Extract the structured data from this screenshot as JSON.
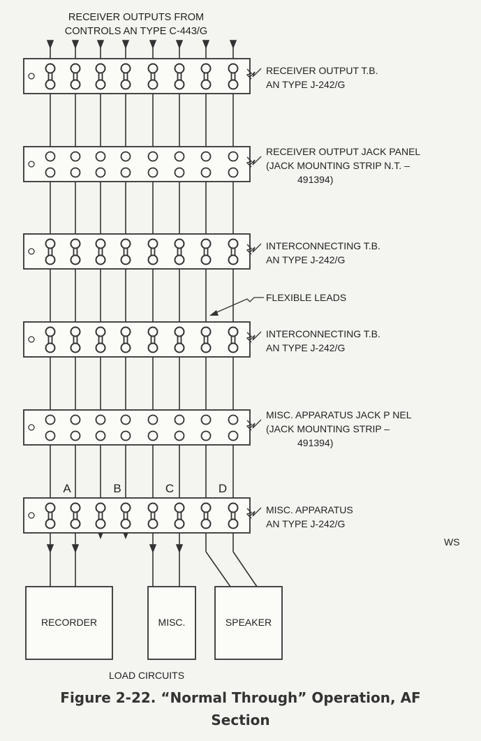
{
  "header": {
    "line1": "RECEIVER OUTPUTS FROM",
    "line2": "CONTROLS AN TYPE C-443/G"
  },
  "panels": [
    {
      "kind": "tb",
      "label_lines": [
        "RECEIVER OUTPUT T.B.",
        "AN TYPE J-242/G"
      ]
    },
    {
      "kind": "jack",
      "label_lines": [
        "RECEIVER OUTPUT JACK PANEL",
        "(JACK MOUNTING STRIP N.T. –",
        "491394)"
      ]
    },
    {
      "kind": "tb",
      "label_lines": [
        "INTERCONNECTING T.B.",
        "AN TYPE J-242/G"
      ]
    },
    {
      "kind": "tb",
      "label_lines": [
        "INTERCONNECTING T.B.",
        "AN TYPE J-242/G"
      ]
    },
    {
      "kind": "jack",
      "label_lines": [
        "MISC. APPARATUS JACK P NEL",
        "(JACK MOUNTING STRIP          –",
        "491394)"
      ]
    },
    {
      "kind": "tb",
      "label_lines": [
        "MISC. APPARATUS",
        "AN TYPE J-242/G"
      ]
    }
  ],
  "flexible_leads_label": "FLEXIBLE LEADS",
  "group_letters": [
    "A",
    "B",
    "C",
    "D"
  ],
  "stray_mark": "WS",
  "boxes": [
    {
      "label": "RECORDER"
    },
    {
      "label": "MISC."
    },
    {
      "label": "SPEAKER"
    }
  ],
  "load_circuits_label": "LOAD CIRCUITS",
  "caption": {
    "line1": "Figure 2-22.   “Normal Through” Operation, AF",
    "line2": "Section"
  }
}
